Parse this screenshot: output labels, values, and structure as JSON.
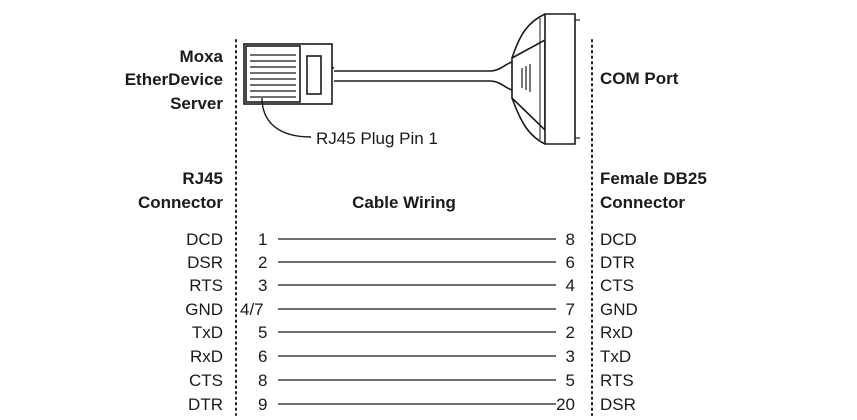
{
  "device": {
    "line1": "Moxa",
    "line2": "EtherDevice",
    "line3": "Server"
  },
  "com_port_label": "COM Port",
  "plug_callout": "RJ45 Plug Pin 1",
  "left_header": {
    "line1": "RJ45",
    "line2": "Connector"
  },
  "center_header": "Cable Wiring",
  "right_header": {
    "line1": "Female DB25",
    "line2": "Connector"
  },
  "wiring": [
    {
      "left_signal": "DCD",
      "left_pin": "1",
      "right_pin": "8",
      "right_signal": "DCD"
    },
    {
      "left_signal": "DSR",
      "left_pin": "2",
      "right_pin": "6",
      "right_signal": "DTR"
    },
    {
      "left_signal": "RTS",
      "left_pin": "3",
      "right_pin": "4",
      "right_signal": "CTS"
    },
    {
      "left_signal": "GND",
      "left_pin": "4/7",
      "right_pin": "7",
      "right_signal": "GND"
    },
    {
      "left_signal": "TxD",
      "left_pin": "5",
      "right_pin": "2",
      "right_signal": "RxD"
    },
    {
      "left_signal": "RxD",
      "left_pin": "6",
      "right_pin": "3",
      "right_signal": "TxD"
    },
    {
      "left_signal": "CTS",
      "left_pin": "8",
      "right_pin": "5",
      "right_signal": "RTS"
    },
    {
      "left_signal": "DTR",
      "left_pin": "9",
      "right_pin": "20",
      "right_signal": "DSR"
    }
  ]
}
